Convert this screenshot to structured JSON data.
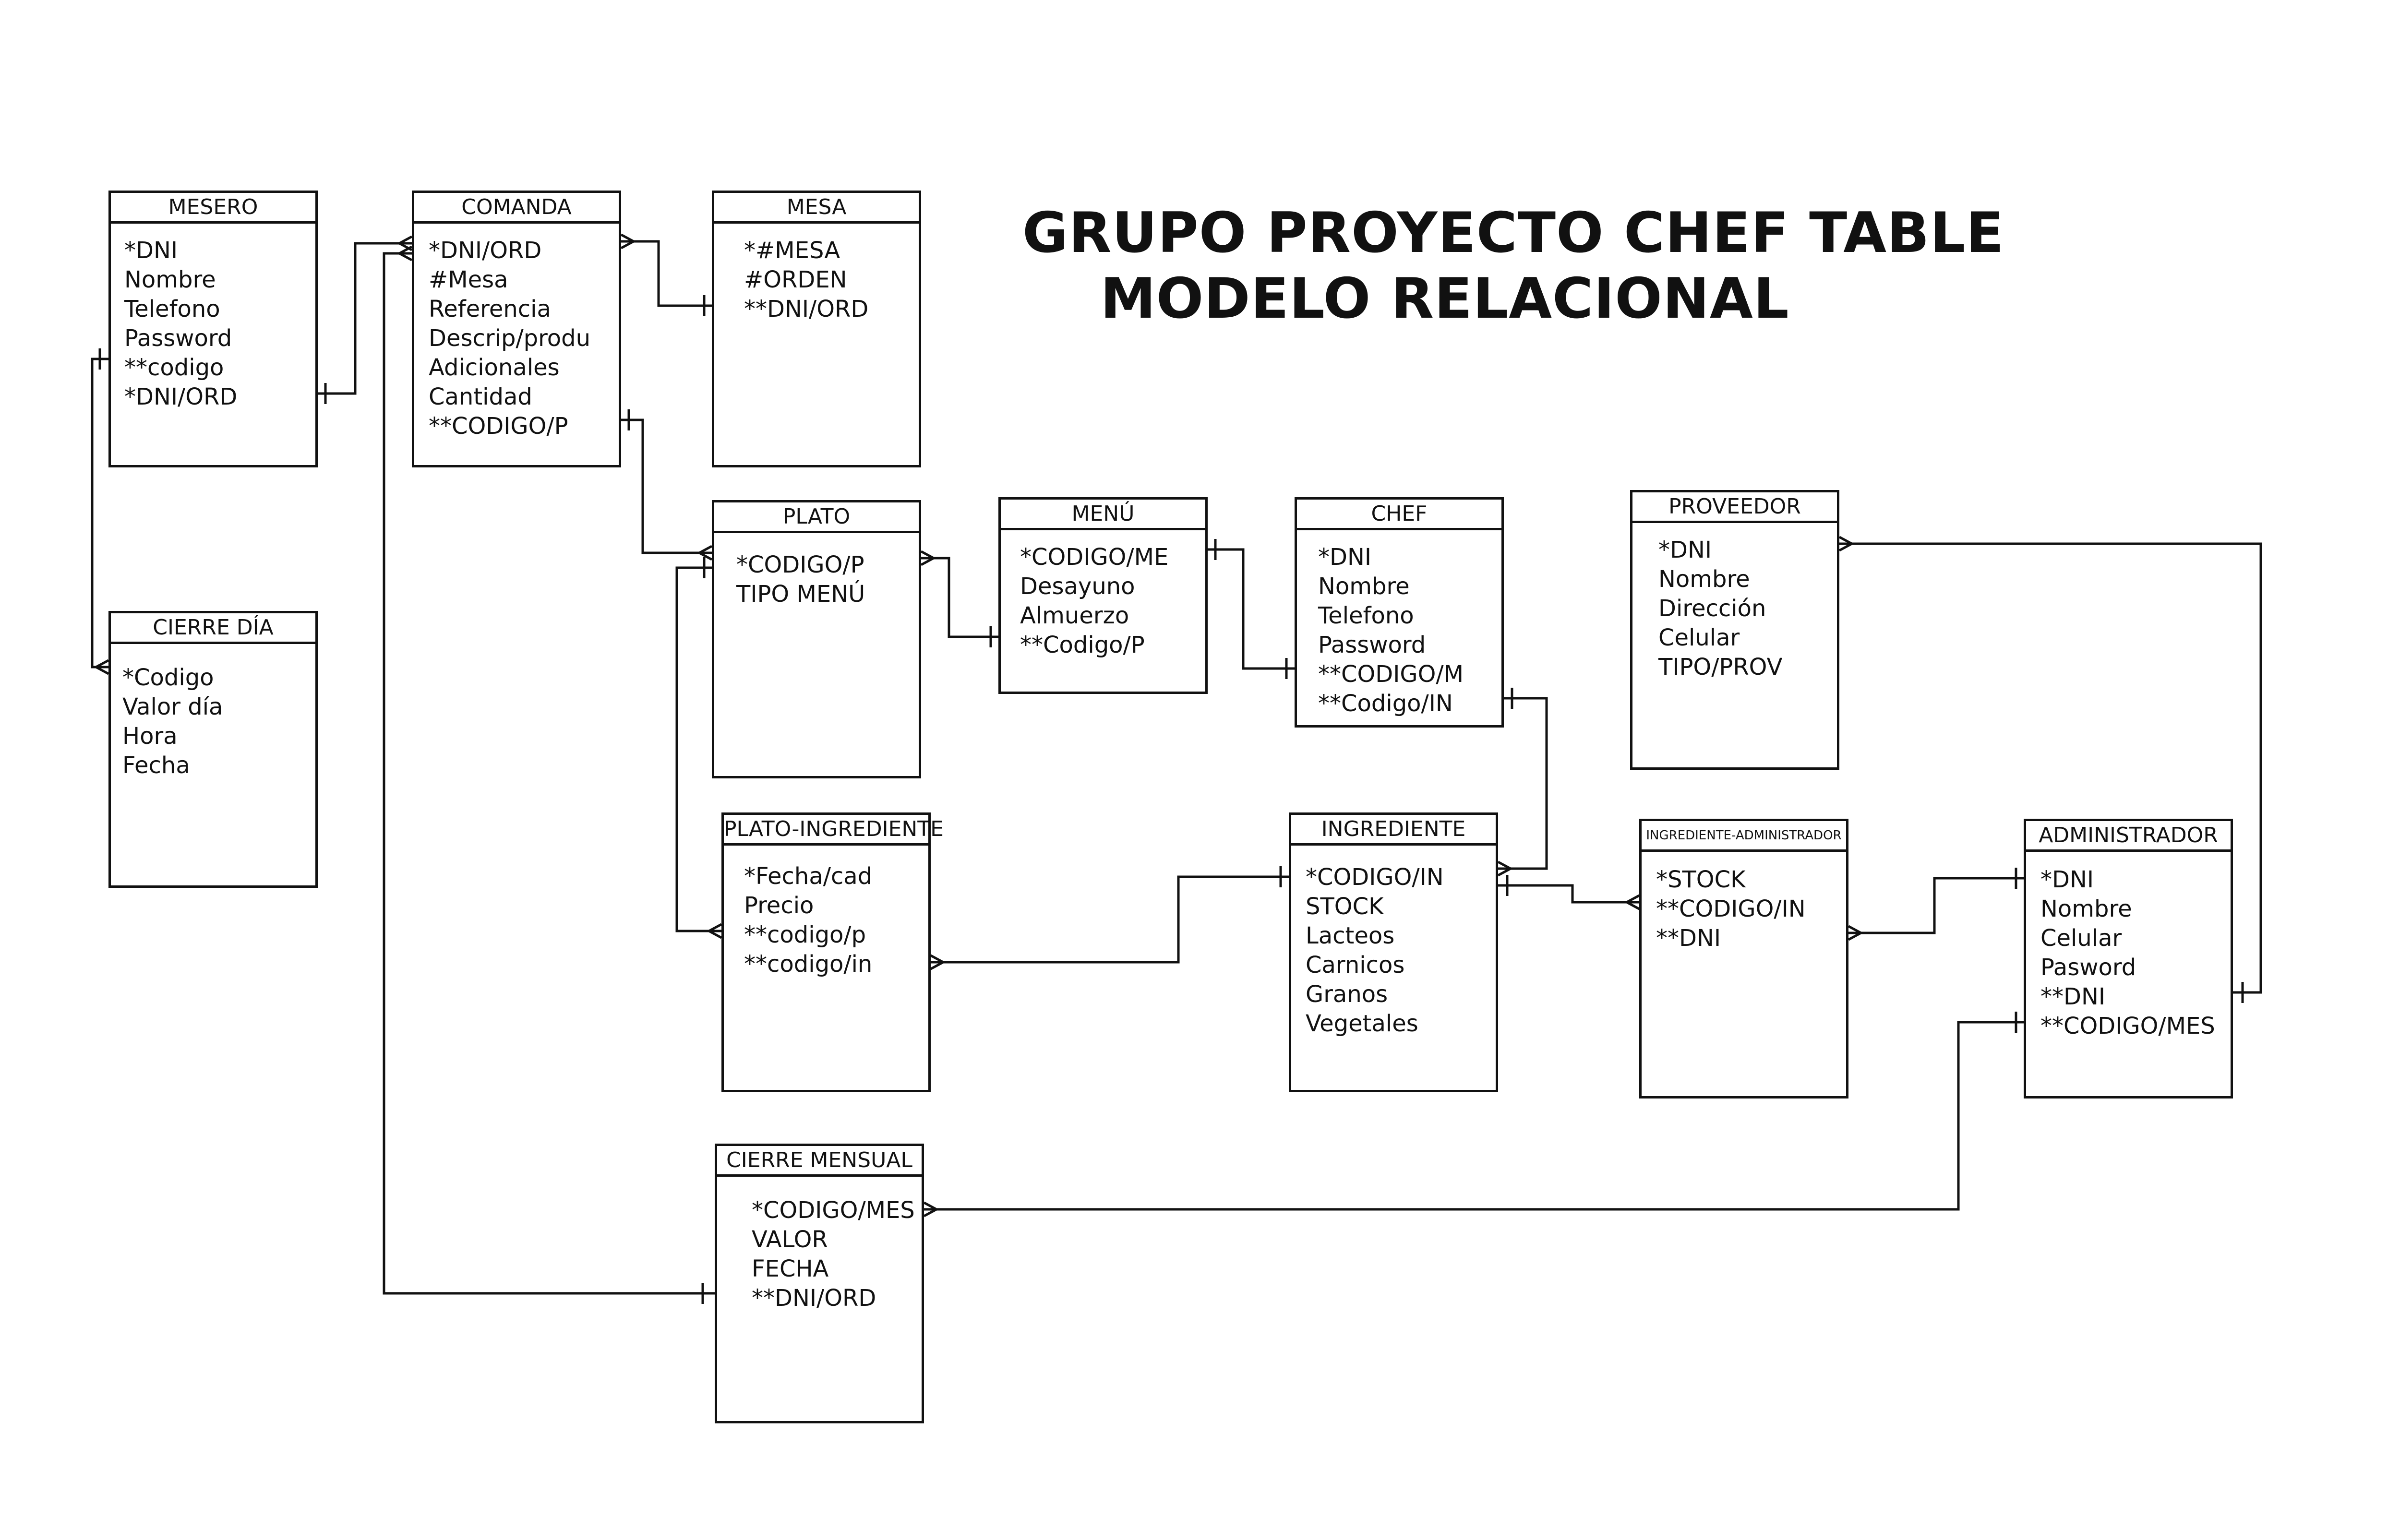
{
  "title": {
    "line1": "GRUPO PROYECTO CHEF TABLE",
    "line2": "MODELO RELACIONAL"
  },
  "entities": {
    "mesero": {
      "name": "MESERO",
      "attributes": [
        "*DNI",
        "Nombre",
        "Telefono",
        "Password",
        "**codigo",
        "*DNI/ORD"
      ]
    },
    "comanda": {
      "name": "COMANDA",
      "attributes": [
        "*DNI/ORD",
        "#Mesa",
        "Referencia",
        "Descrip/produ",
        "Adicionales",
        "Cantidad",
        "**CODIGO/P"
      ]
    },
    "mesa": {
      "name": "MESA",
      "attributes": [
        "*#MESA",
        "#ORDEN",
        "**DNI/ORD"
      ]
    },
    "cierre_dia": {
      "name": "CIERRE DÍA",
      "attributes": [
        "*Codigo",
        "Valor día",
        "Hora",
        "Fecha"
      ]
    },
    "plato": {
      "name": "PLATO",
      "attributes": [
        "*CODIGO/P",
        "TIPO MENÚ"
      ]
    },
    "menu": {
      "name": "MENÚ",
      "attributes": [
        "*CODIGO/ME",
        "Desayuno",
        "Almuerzo",
        "**Codigo/P"
      ]
    },
    "chef": {
      "name": "CHEF",
      "attributes": [
        "*DNI",
        "Nombre",
        "Telefono",
        "Password",
        "**CODIGO/M",
        "**Codigo/IN"
      ]
    },
    "proveedor": {
      "name": "PROVEEDOR",
      "attributes": [
        "*DNI",
        "Nombre",
        "Dirección",
        "Celular",
        "TIPO/PROV"
      ]
    },
    "plato_ingrediente": {
      "name": "PLATO-INGREDIENTE",
      "attributes": [
        "*Fecha/cad",
        "Precio",
        "**codigo/p",
        "**codigo/in"
      ]
    },
    "ingrediente": {
      "name": "INGREDIENTE",
      "attributes": [
        "*CODIGO/IN",
        "STOCK",
        "Lacteos",
        "Carnicos",
        "Granos",
        "Vegetales"
      ]
    },
    "ingrediente_administrador": {
      "name": "INGREDIENTE-ADMINISTRADOR",
      "attributes": [
        "*STOCK",
        "**CODIGO/IN",
        "**DNI"
      ]
    },
    "administrador": {
      "name": "ADMINISTRADOR",
      "attributes": [
        "*DNI",
        "Nombre",
        "Celular",
        "Pasword",
        "**DNI",
        "**CODIGO/MES"
      ]
    },
    "cierre_mensual": {
      "name": "CIERRE MENSUAL",
      "attributes": [
        "*CODIGO/MES",
        "VALOR",
        "FECHA",
        "**DNI/ORD"
      ]
    }
  },
  "relationships": [
    {
      "from": "MESERO",
      "to": "COMANDA",
      "from_end": "one",
      "to_end": "many"
    },
    {
      "from": "MESERO",
      "to": "CIERRE DÍA",
      "from_end": "one",
      "to_end": "many"
    },
    {
      "from": "COMANDA",
      "to": "MESA",
      "from_end": "many",
      "to_end": "one"
    },
    {
      "from": "COMANDA",
      "to": "PLATO",
      "from_end": "one",
      "to_end": "many"
    },
    {
      "from": "COMANDA",
      "to": "CIERRE MENSUAL",
      "from_end": "many",
      "to_end": "one"
    },
    {
      "from": "PLATO",
      "to": "MENÚ",
      "from_end": "many",
      "to_end": "one"
    },
    {
      "from": "MENÚ",
      "to": "CHEF",
      "from_end": "one",
      "to_end": "one"
    },
    {
      "from": "PLATO",
      "to": "PLATO-INGREDIENTE",
      "from_end": "one",
      "to_end": "many"
    },
    {
      "from": "PLATO-INGREDIENTE",
      "to": "INGREDIENTE",
      "from_end": "many",
      "to_end": "one"
    },
    {
      "from": "CHEF",
      "to": "INGREDIENTE",
      "from_end": "one",
      "to_end": "many"
    },
    {
      "from": "INGREDIENTE",
      "to": "INGREDIENTE-ADMINISTRADOR",
      "from_end": "one",
      "to_end": "many"
    },
    {
      "from": "INGREDIENTE-ADMINISTRADOR",
      "to": "ADMINISTRADOR",
      "from_end": "many",
      "to_end": "one"
    },
    {
      "from": "PROVEEDOR",
      "to": "ADMINISTRADOR",
      "from_end": "many",
      "to_end": "one"
    },
    {
      "from": "CIERRE MENSUAL",
      "to": "ADMINISTRADOR",
      "from_end": "many",
      "to_end": "one"
    }
  ]
}
